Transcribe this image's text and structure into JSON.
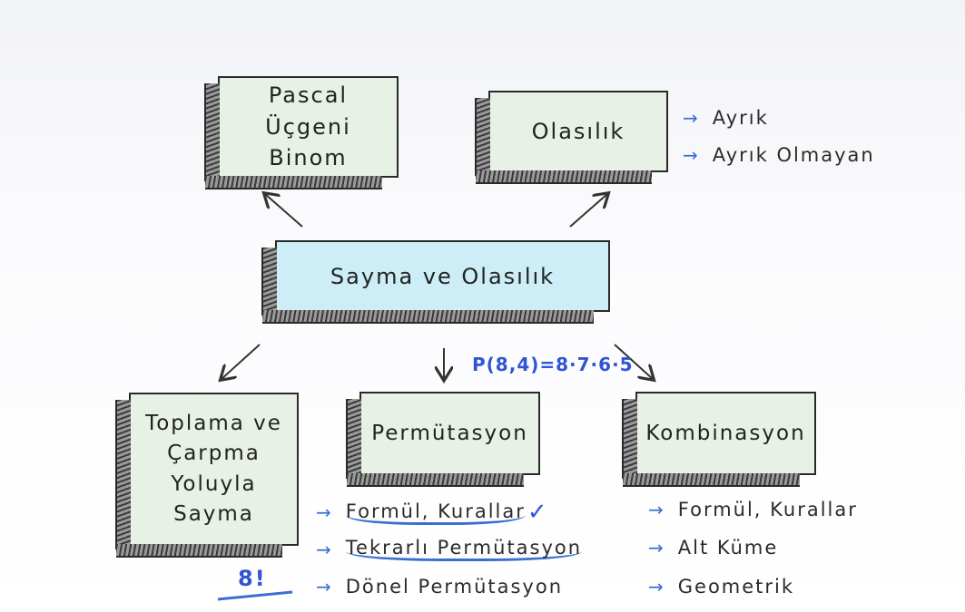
{
  "center": {
    "label": "Sayma ve Olasılık"
  },
  "boxes": {
    "pascal": {
      "lines": [
        "Pascal",
        "Üçgeni",
        "Binom"
      ]
    },
    "olasilik": {
      "label": "Olasılık"
    },
    "toplama": {
      "lines": [
        "Toplama ve",
        "Çarpma",
        "Yoluyla",
        "Sayma"
      ]
    },
    "permutasyon": {
      "label": "Permütasyon"
    },
    "kombinasyon": {
      "label": "Kombinasyon"
    }
  },
  "olasilik_items": [
    "Ayrık",
    "Ayrık Olmayan"
  ],
  "permutasyon_items": [
    "Formül, Kurallar",
    "Tekrarlı Permütasyon",
    "Dönel Permütasyon"
  ],
  "kombinasyon_items": [
    "Formül, Kurallar",
    "Alt Küme",
    "Geometrik"
  ],
  "annotations": {
    "formula": "P(8,4)=8·7·6·5",
    "factorial": "8!",
    "check": "✓"
  },
  "icons": {
    "arrow": "arrow-right-icon"
  },
  "colors": {
    "box": "#e8f1e6",
    "center": "#cdeef7",
    "marker_blue": "#3a6fd1"
  }
}
